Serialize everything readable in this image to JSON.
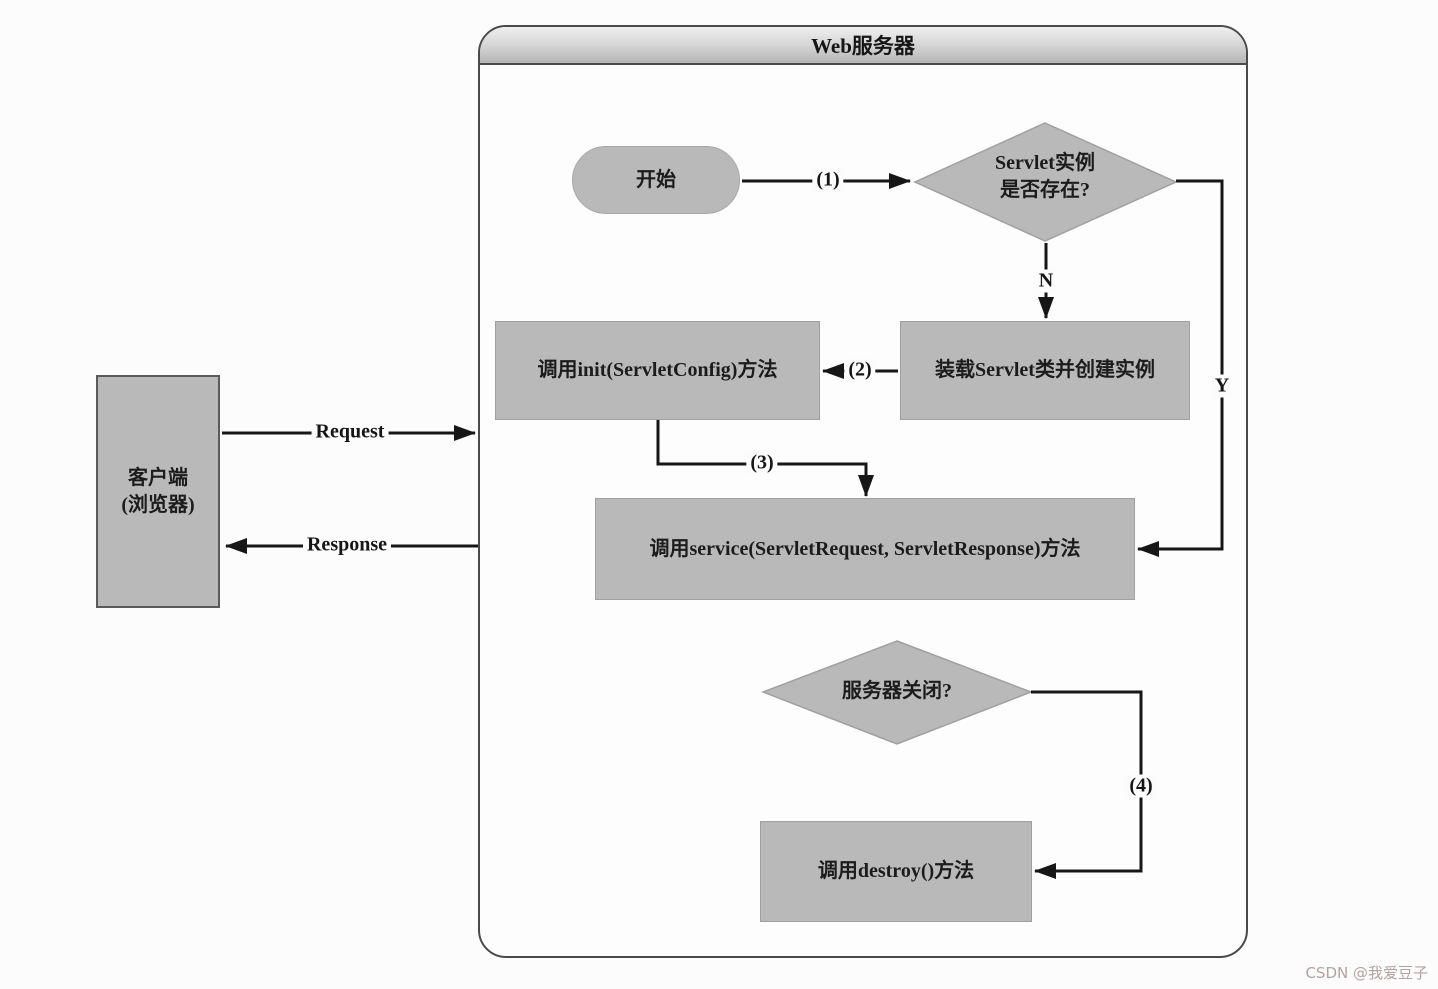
{
  "client": {
    "line1": "客户端",
    "line2": "(浏览器)"
  },
  "server": {
    "title": "Web服务器"
  },
  "nodes": {
    "start": "开始",
    "decision_instance_line1": "Servlet实例",
    "decision_instance_line2": "是否存在?",
    "load": "装载Servlet类并创建实例",
    "init": "调用init(ServletConfig)方法",
    "service": "调用service(ServletRequest, ServletResponse)方法",
    "decision_shutdown": "服务器关闭?",
    "destroy": "调用destroy()方法"
  },
  "edges": {
    "e1": "(1)",
    "e2": "(2)",
    "e3": "(3)",
    "e4": "(4)",
    "no": "N",
    "yes": "Y",
    "request": "Request",
    "response": "Response"
  },
  "colors": {
    "node_fill": "#b9b9b9",
    "outline": "#4a4a4a",
    "arrow": "#161616",
    "background": "#fcfcfc"
  },
  "watermark": "CSDN @我爱豆子"
}
